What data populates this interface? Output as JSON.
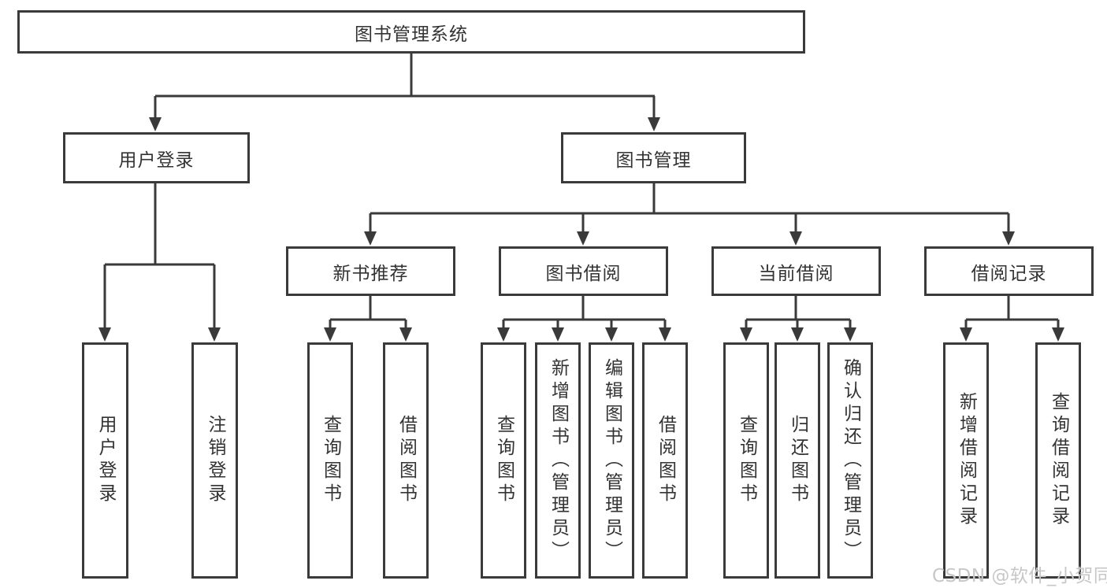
{
  "diagram": {
    "root": {
      "label": "图书管理系统"
    },
    "branches": [
      {
        "label": "用户登录",
        "children": [
          {
            "label": "用户登录"
          },
          {
            "label": "注销登录"
          }
        ]
      },
      {
        "label": "图书管理",
        "children": [
          {
            "label": "新书推荐",
            "children": [
              {
                "label": "查询图书"
              },
              {
                "label": "借阅图书"
              }
            ]
          },
          {
            "label": "图书借阅",
            "children": [
              {
                "label": "查询图书"
              },
              {
                "label": "新增图书（管理员）"
              },
              {
                "label": "编辑图书（管理员）"
              },
              {
                "label": "借阅图书"
              }
            ]
          },
          {
            "label": "当前借阅",
            "children": [
              {
                "label": "查询图书"
              },
              {
                "label": "归还图书"
              },
              {
                "label": "确认归还（管理员）"
              }
            ]
          },
          {
            "label": "借阅记录",
            "children": [
              {
                "label": "新增借阅记录"
              },
              {
                "label": "查询借阅记录"
              }
            ]
          }
        ]
      }
    ],
    "watermark": "CSDN @软件_小贺同学",
    "colors": {
      "line": "#3a3a3a",
      "text": "#333333",
      "background": "#ffffff",
      "watermark": "#c7c7c7"
    }
  }
}
